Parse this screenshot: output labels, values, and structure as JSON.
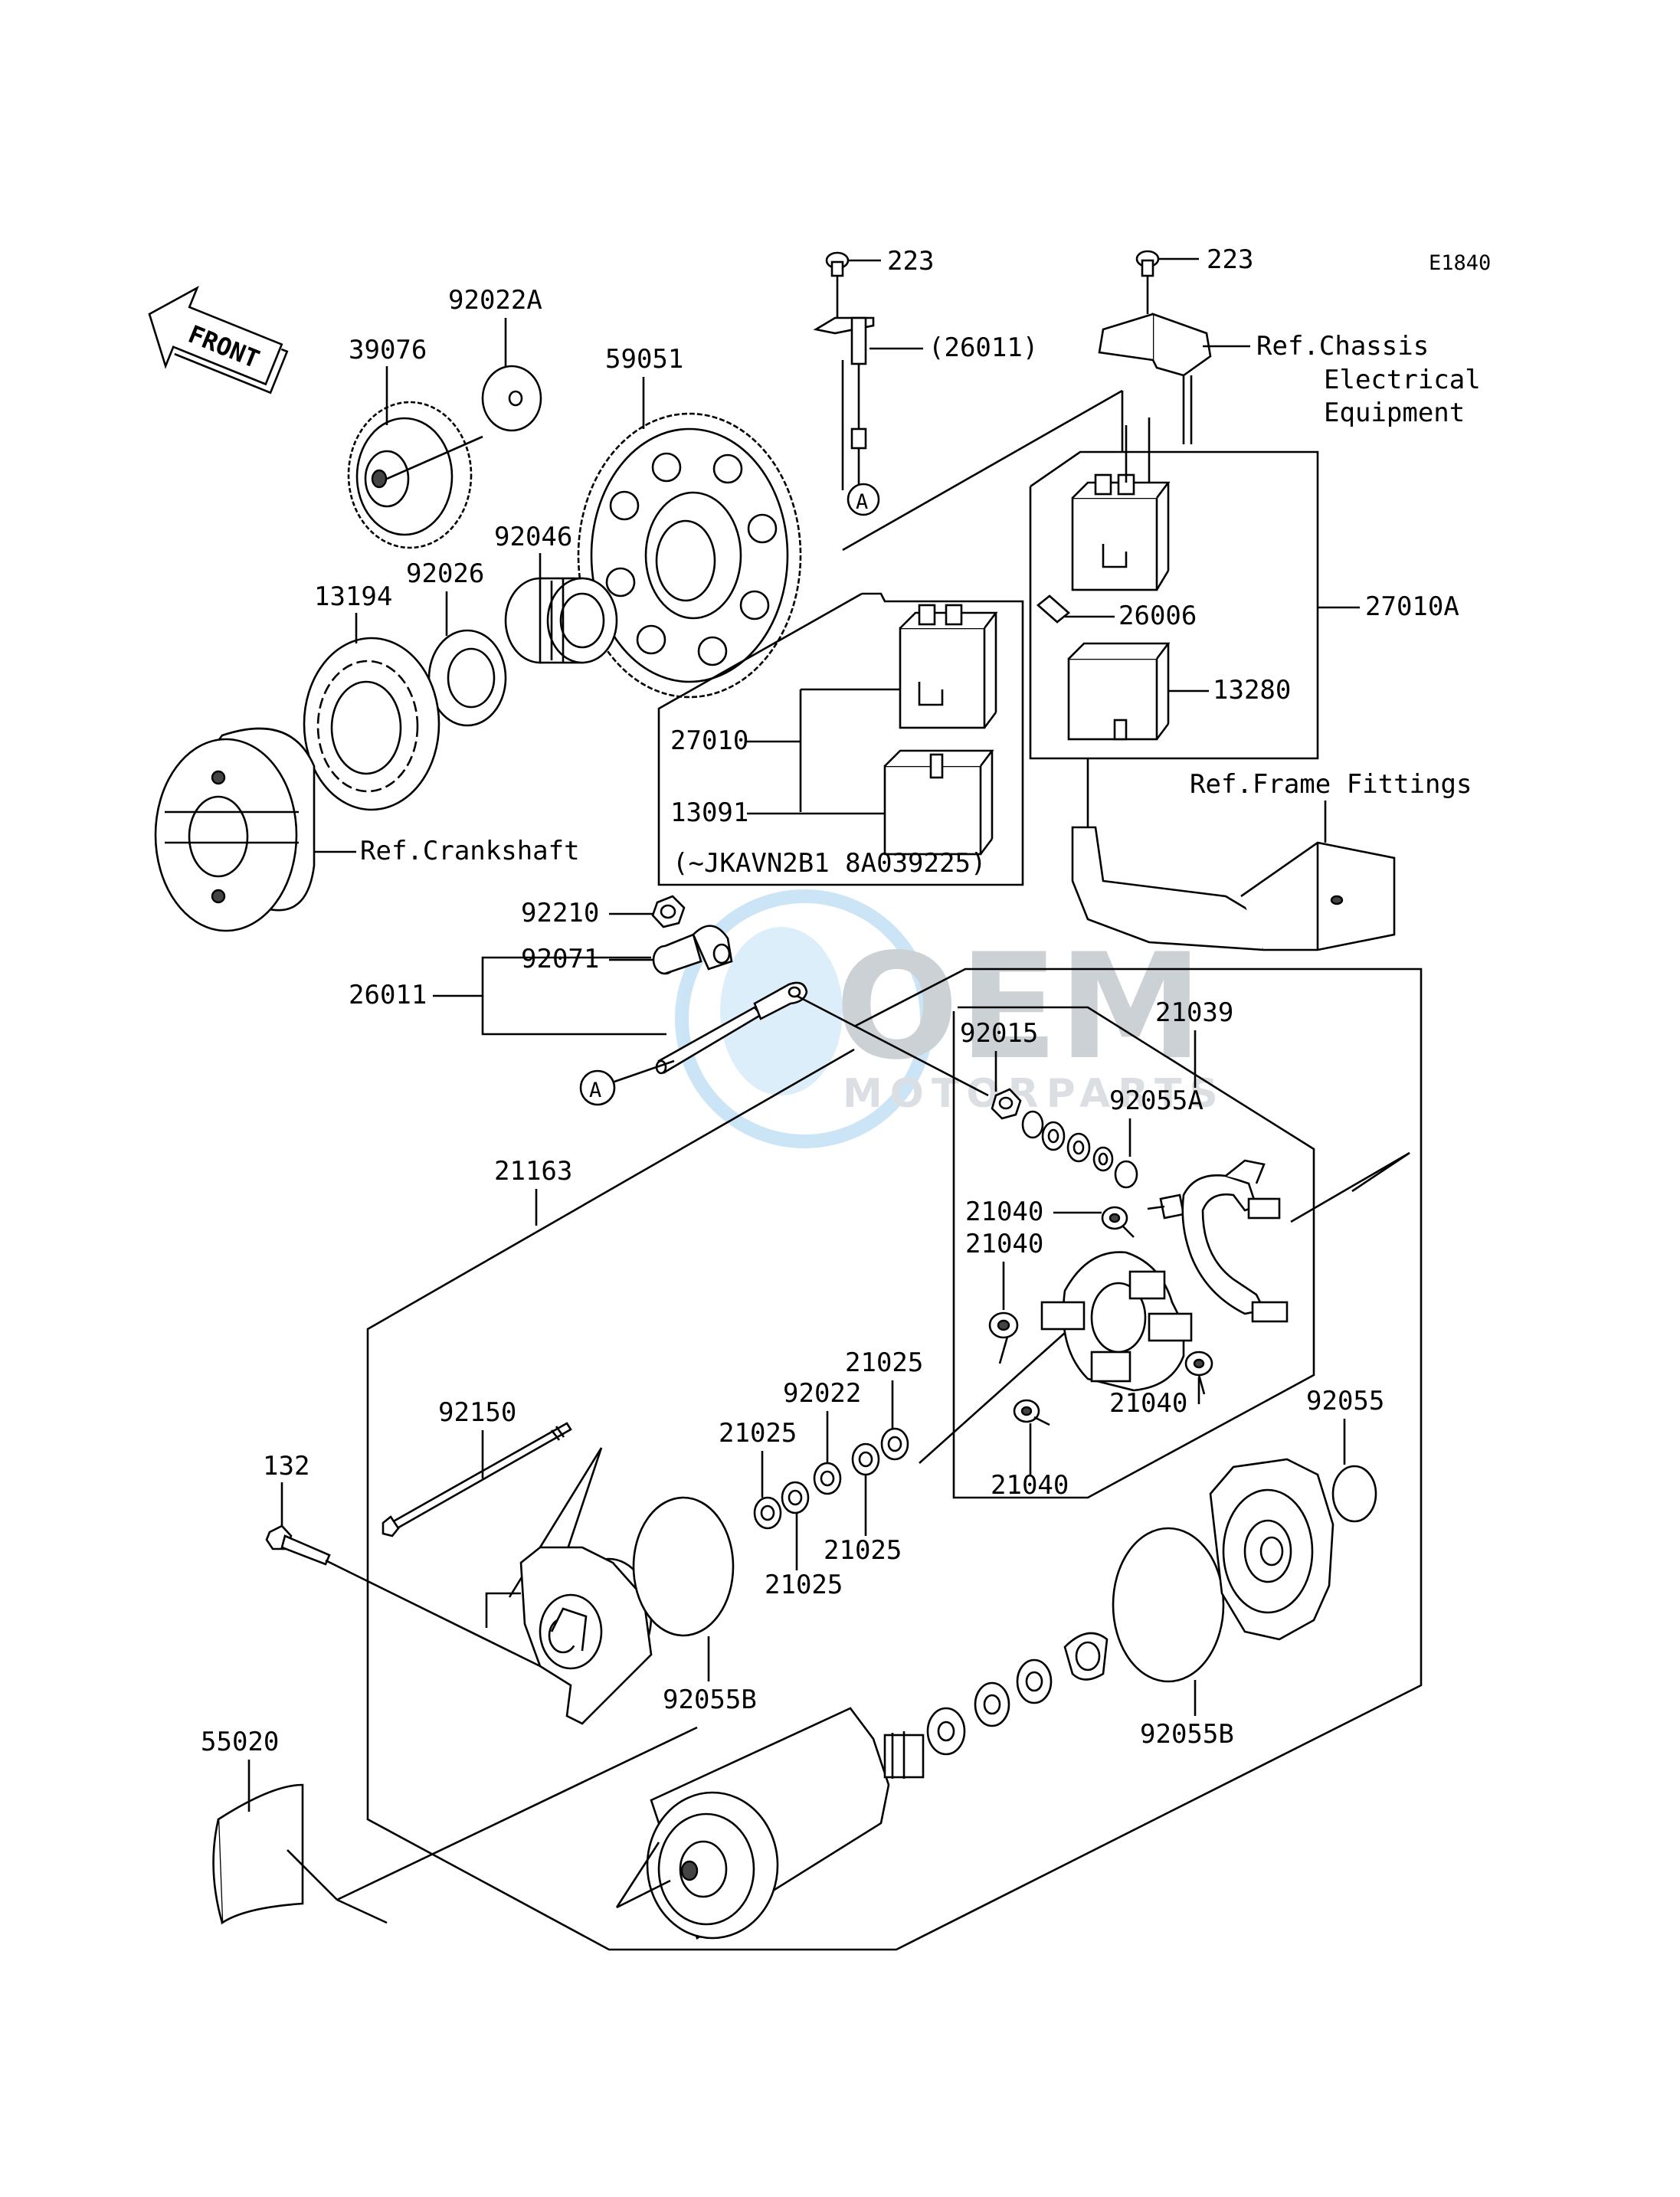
{
  "diagram_code": "E1840",
  "front_label": "FRONT",
  "watermark": {
    "name": "OEM",
    "sub": "MOTORPARTS"
  },
  "ref_labels": {
    "chassis_1": "Ref.Chassis",
    "chassis_2": "Electrical",
    "chassis_3": "Equipment",
    "frame": "Ref.Frame Fittings",
    "crankshaft": "Ref.Crankshaft"
  },
  "callout_a": "A",
  "serial_note": "(~JKAVN2B1 8A039225)",
  "parts": {
    "p223a": "223",
    "p223b": "223",
    "p26011p": "(26011)",
    "p39076": "39076",
    "p92022a": "92022A",
    "p59051": "59051",
    "p92046": "92046",
    "p92026": "92026",
    "p13194": "13194",
    "p26006": "26006",
    "p27010a": "27010A",
    "p13280": "13280",
    "p27010": "27010",
    "p13091": "13091",
    "p92210": "92210",
    "p92071": "92071",
    "p26011": "26011",
    "p21039": "21039",
    "p92015": "92015",
    "p92055a": "92055A",
    "p21163": "21163",
    "p21040a": "21040",
    "p21040b": "21040",
    "p21040c": "21040",
    "p21040d": "21040",
    "p21025a": "21025",
    "p92022": "92022",
    "p21025b": "21025",
    "p21025c": "21025",
    "p21025d": "21025",
    "p92150": "92150",
    "p92055": "92055",
    "p132": "132",
    "p92055b1": "92055B",
    "p92055b2": "92055B",
    "p55020": "55020"
  }
}
